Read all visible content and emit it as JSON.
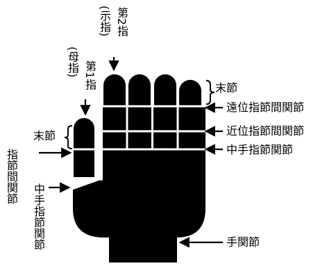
{
  "diagram": {
    "colors": {
      "ink": "#000000",
      "paper": "#ffffff"
    },
    "labels": {
      "finger2_paren": "(示指)",
      "finger2": "第2指",
      "finger1_paren": "(母指)",
      "finger1": "第1指",
      "matsusetsu_right": "末節",
      "dip": "遠位指節間関節",
      "pip": "近位指節間関節",
      "mcp_right": "中手指節関節",
      "matsusetsu_left": "末節",
      "ip_thumb": "指節間関節",
      "mcp_thumb": "中手指節関節",
      "wrist": "手関節"
    }
  }
}
